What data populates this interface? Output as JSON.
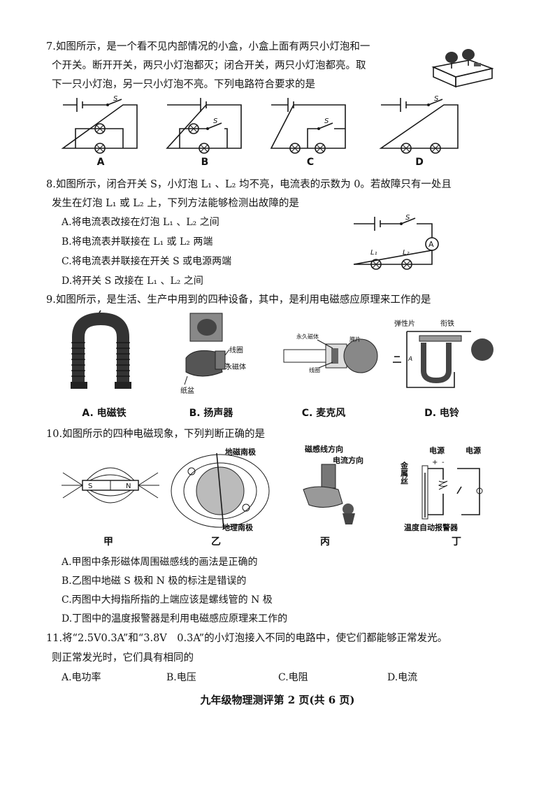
{
  "q7": {
    "line1": "7.如图所示，是一个看不见内部情况的小盒，小盒上面有两只小灯泡和一",
    "line2": "个开关。断开开关，两只小灯泡都灭；闭合开关，两只小灯泡都亮。取",
    "line3": "下一只小灯泡，另一只小灯泡不亮。下列电路符合要求的是",
    "options": [
      "A",
      "B",
      "C",
      "D"
    ],
    "switch_label": "S"
  },
  "q8": {
    "line1": "8.如图所示，闭合开关 S，小灯泡 L₁ 、L₂ 均不亮，电流表的示数为 0。若故障只有一处且",
    "line2": "发生在灯泡 L₁ 或 L₂ 上，下列方法能够检测出故障的是",
    "A": "A.将电流表改接在灯泡 L₁ 、L₂ 之间",
    "B": "B.将电流表并联接在 L₁ 或 L₂ 两端",
    "C": "C.将电流表并联接在开关 S 或电源两端",
    "D": "D.将开关 S 改接在 L₁ 、L₂ 之间",
    "diagram": {
      "switch": "S",
      "ammeter": "A",
      "lamp1": "L₁",
      "lamp2": "L₂"
    }
  },
  "q9": {
    "line1": "9.如图所示，是生活、生产中用到的四种设备，其中，是利用电磁感应原理来工作的是",
    "captions": [
      "A. 电磁铁",
      "B. 扬声器",
      "C. 麦克风",
      "D. 电铃"
    ],
    "speaker_labels": [
      "线圈",
      "永磁体",
      "纸盆"
    ],
    "mic_labels": [
      "永久磁体",
      "膜片",
      "线圈"
    ],
    "bell_labels": [
      "弹性片",
      "衔铁",
      "A"
    ]
  },
  "q10": {
    "line1": "10.如图所示的四种电磁现象，下列判断正确的是",
    "captions": [
      "甲",
      "乙",
      "丙",
      "丁"
    ],
    "jia_labels": [
      "S",
      "N"
    ],
    "yi_labels": [
      "地磁南极",
      "地理南极"
    ],
    "bing_labels": [
      "磁感线方向",
      "电流方向"
    ],
    "ding_labels": [
      "金属丝",
      "电源",
      "电源",
      "温度自动报警器",
      "+",
      "-"
    ],
    "A": "A.甲图中条形磁体周围磁感线的画法是正确的",
    "B": "B.乙图中地磁 S 极和 N 极的标注是错误的",
    "C": "C.丙图中大拇指所指的上端应该是螺线管的 N 极",
    "D": "D.丁图中的温度报警器是利用电磁感应原理来工作的"
  },
  "q11": {
    "line1": "11.将“2.5V0.3A”和“3.8V　0.3A”的小灯泡接入不同的电路中，使它们都能够正常发光。",
    "line2": "则正常发光时，它们具有相同的",
    "A": "A.电功率",
    "B": "B.电压",
    "C": "C.电阻",
    "D": "D.电流"
  },
  "footer": "九年级物理测评第 2 页(共 6 页)"
}
